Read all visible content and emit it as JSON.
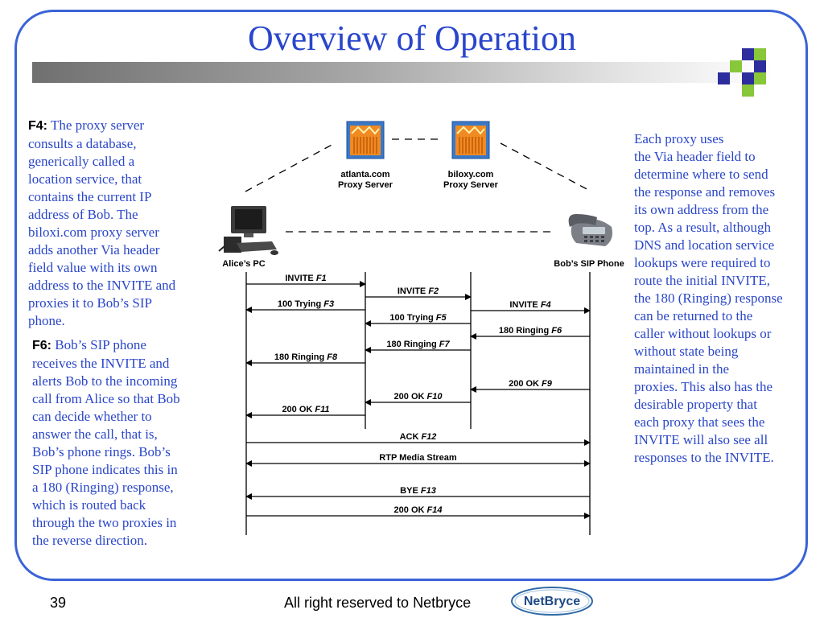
{
  "slide": {
    "title": "Overview of Operation",
    "page_number": "39",
    "footer": "All right reserved to Netbryce",
    "logo_text": "NetBryce",
    "title_color": "#2946cc",
    "deco_colors": [
      "#2d2d9e",
      "#88c63a"
    ]
  },
  "left_panel": {
    "f4_label": "F4:",
    "f4_lines": [
      "The proxy server",
      "consults a database,",
      "generically called a",
      "location service, that",
      "contains the current IP",
      "address of Bob. The",
      "biloxi.com proxy server",
      "adds another Via header",
      "field value with its own",
      "address to the INVITE and",
      "proxies it to Bob’s SIP",
      "phone."
    ],
    "f6_label": "F6:",
    "f6_lines": [
      "Bob’s SIP phone",
      "receives the INVITE and",
      "alerts Bob to the incoming",
      "call from Alice so that Bob",
      "can decide whether to",
      "answer the call, that is,",
      "Bob’s phone rings. Bob’s",
      "SIP phone indicates this in",
      "a 180 (Ringing) response,",
      "which is routed back",
      "through the two proxies in",
      "the reverse direction."
    ]
  },
  "right_panel": {
    "lines": [
      "Each proxy uses",
      "the Via header field to",
      "determine where to send",
      "the response and removes",
      "its own address from the",
      "top. As a result, although",
      "DNS and location service",
      "lookups were required to",
      "route the initial INVITE,",
      "the 180 (Ringing) response",
      "can be returned to the",
      "caller without lookups or",
      "without state being",
      "maintained in the",
      "proxies. This also has the",
      "desirable property that",
      "each proxy that sees the",
      "INVITE will also see all",
      "responses to the INVITE."
    ]
  },
  "diagram": {
    "nodes": {
      "alice": "Alice’s PC",
      "atlanta_1": "atlanta.com",
      "atlanta_2": "Proxy Server",
      "biloxi_1": "biloxy.com",
      "biloxi_2": "Proxy Server",
      "bob": "Bob’s SIP Phone"
    },
    "messages": [
      {
        "text": "INVITE",
        "tag": "F1",
        "from": "alice",
        "to": "atlanta"
      },
      {
        "text": "INVITE",
        "tag": "F2",
        "from": "atlanta",
        "to": "biloxi"
      },
      {
        "text": "100 Trying",
        "tag": "F3",
        "from": "atlanta",
        "to": "alice"
      },
      {
        "text": "INVITE",
        "tag": "F4",
        "from": "biloxi",
        "to": "bob"
      },
      {
        "text": "100 Trying",
        "tag": "F5",
        "from": "biloxi",
        "to": "atlanta"
      },
      {
        "text": "180 Ringing",
        "tag": "F6",
        "from": "bob",
        "to": "biloxi"
      },
      {
        "text": "180 Ringing",
        "tag": "F7",
        "from": "biloxi",
        "to": "atlanta"
      },
      {
        "text": "180 Ringing",
        "tag": "F8",
        "from": "atlanta",
        "to": "alice"
      },
      {
        "text": "200 OK",
        "tag": "F9",
        "from": "bob",
        "to": "biloxi"
      },
      {
        "text": "200 OK",
        "tag": "F10",
        "from": "biloxi",
        "to": "atlanta"
      },
      {
        "text": "200 OK",
        "tag": "F11",
        "from": "atlanta",
        "to": "alice"
      },
      {
        "text": "ACK",
        "tag": "F12",
        "from": "alice",
        "to": "bob"
      },
      {
        "text": "RTP Media Stream",
        "tag": "",
        "from": "alice",
        "to": "bob",
        "bidirectional": true
      },
      {
        "text": "BYE",
        "tag": "F13",
        "from": "bob",
        "to": "alice"
      },
      {
        "text": "200 OK",
        "tag": "F14",
        "from": "alice",
        "to": "bob"
      }
    ]
  }
}
